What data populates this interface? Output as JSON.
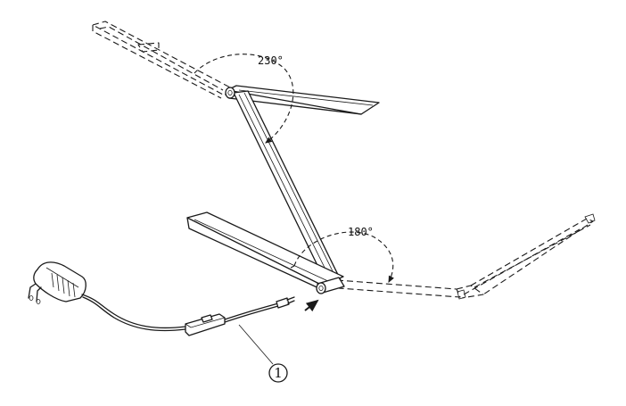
{
  "diagram": {
    "angle_top": "230°",
    "angle_bottom": "180°",
    "callout": "1"
  },
  "colors": {
    "line": "#1a1a1a",
    "background": "#ffffff"
  }
}
